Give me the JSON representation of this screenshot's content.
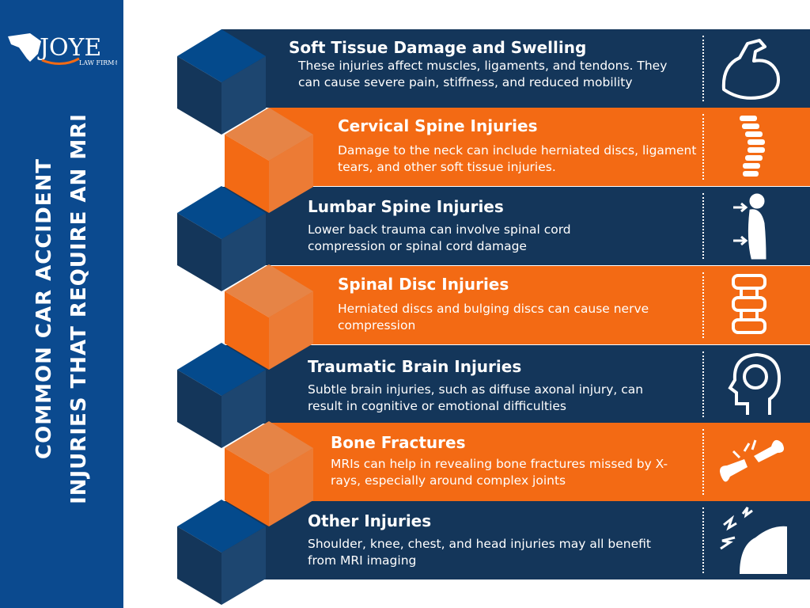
{
  "logo": {
    "name": "JOYE",
    "sub": "LAW FIRM®"
  },
  "heading": {
    "line1": "COMMON CAR ACCIDENT",
    "line2": "INJURIES THAT REQUIRE AN MRI"
  },
  "colors": {
    "navy": "#14365a",
    "orange": "#f36a14",
    "panel": "#0b4a8f"
  },
  "items": [
    {
      "title": "Soft Tissue Damage and Swelling",
      "desc": "These injuries affect muscles, ligaments, and tendons. They can cause severe pain, stiffness, and reduced mobility",
      "icon": "flexed-arm-icon"
    },
    {
      "title": "Cervical Spine Injuries",
      "desc": "Damage to the neck can include herniated discs, ligament tears, and other soft tissue injuries.",
      "icon": "spine-icon"
    },
    {
      "title": "Lumbar Spine Injuries",
      "desc": "Lower back trauma can involve spinal cord compression or spinal cord damage",
      "icon": "back-pain-icon"
    },
    {
      "title": "Spinal Disc Injuries",
      "desc": "Herniated discs and bulging discs can cause nerve compression",
      "icon": "vertebrae-icon"
    },
    {
      "title": "Traumatic Brain Injuries",
      "desc": "Subtle brain injuries, such as diffuse axonal injury, can result in cognitive or emotional difficulties",
      "icon": "brain-head-icon"
    },
    {
      "title": "Bone Fractures",
      "desc": "MRIs can help in revealing bone fractures missed by X-rays, especially around complex joints",
      "icon": "broken-bone-icon"
    },
    {
      "title": "Other Injuries",
      "desc": "Shoulder, knee, chest, and head injuries may all benefit from MRI imaging",
      "icon": "shoulder-pain-icon"
    }
  ]
}
